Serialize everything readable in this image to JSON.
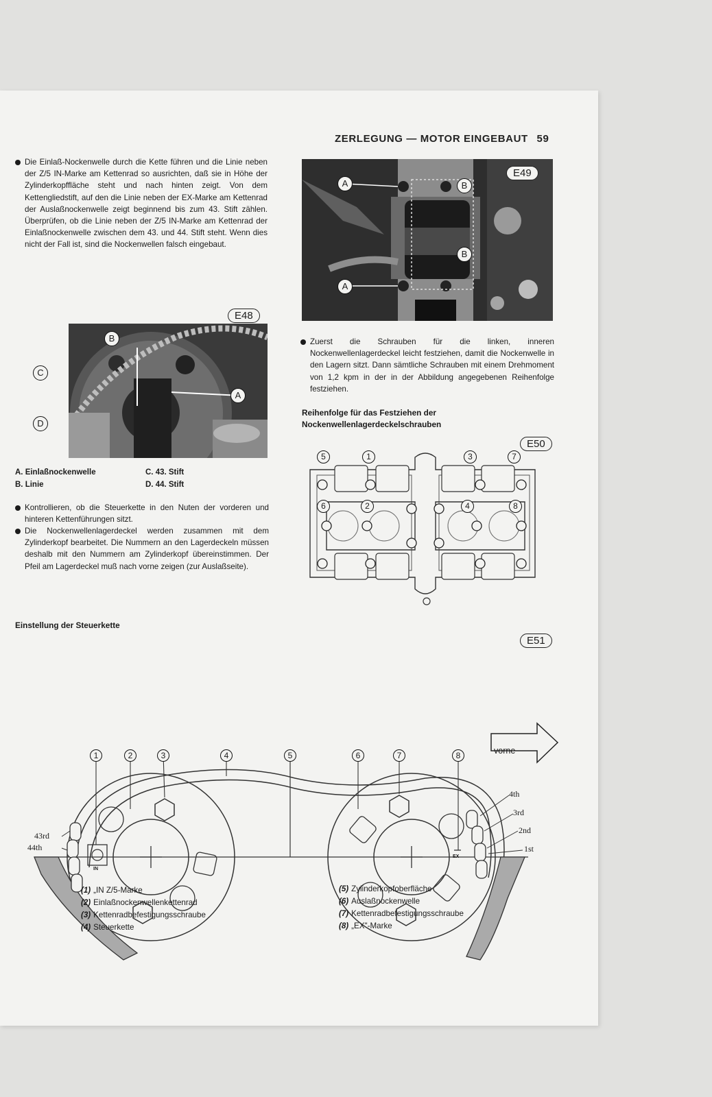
{
  "header": {
    "title": "ZERLEGUNG — MOTOR EINGEBAUT",
    "page_number": "59"
  },
  "left_col": {
    "para1": "Die Einlaß-Nockenwelle durch die Kette führen und die Linie neben der Z/5 IN-Marke am Kettenrad so ausrichten, daß sie in Höhe der Zylinderkopffläche steht und nach hinten zeigt. Von dem Kettengliedstift, auf den die Linie neben der EX-Marke am Kettenrad der Auslaßnockenwelle zeigt beginnend bis zum 43. Stift zählen. Überprüfen, ob die Linie neben der Z/5 IN-Marke am Kettenrad der Einlaßnockenwelle zwischen dem 43. und 44. Stift steht. Wenn dies nicht der Fall ist, sind die Nockenwellen falsch eingebaut.",
    "fig_e48": {
      "tag": "E48",
      "labels": [
        "A",
        "B",
        "C",
        "D"
      ],
      "legend": [
        "A. Einlaßnockenwelle",
        "B. Linie",
        "C. 43. Stift",
        "D. 44. Stift"
      ]
    },
    "bullet1": "Kontrollieren, ob die Steuerkette in den Nuten der vorderen und hinteren Kettenführungen sitzt.",
    "bullet2": "Die Nockenwellenlagerdeckel werden zusammen mit dem Zylinderkopf bearbeitet. Die Nummern an den Lagerdeckeln müssen deshalb mit den Nummern am Zylinderkopf übereinstimmen. Der Pfeil am Lagerdeckel muß nach vorne zeigen (zur Auslaßseite)."
  },
  "right_col": {
    "fig_e49": {
      "tag": "E49",
      "labels": [
        "A",
        "B",
        "B",
        "A"
      ]
    },
    "bullet1": "Zuerst die Schrauben für die linken, inneren Nockenwellenlagerdeckel leicht festziehen, damit die Nockenwelle in den Lagern sitzt. Dann sämtliche Schrauben mit einem Drehmoment von 1,2 kpm in der in der Abbildung angegebenen Reihenfolge festziehen.",
    "section_title": "Reihenfolge für das Festziehen der Nockenwellenlagerdeckelschrauben",
    "fig_e50": {
      "tag": "E50",
      "numbers": [
        "5",
        "1",
        "3",
        "7",
        "6",
        "2",
        "4",
        "8"
      ]
    }
  },
  "bottom": {
    "title": "Einstellung der Steuerkette",
    "fig_e51": {
      "tag": "E51",
      "arrow_label": "vorne",
      "callouts": [
        "1",
        "2",
        "3",
        "4",
        "5",
        "6",
        "7",
        "8"
      ],
      "pin_labels_left": [
        "43rd",
        "44th"
      ],
      "pin_labels_right": [
        "4th",
        "3rd",
        "2nd",
        "1st"
      ],
      "mark_in": "IN",
      "mark_ex": "EX"
    },
    "legend_left": [
      {
        "num": "(1)",
        "text": "„IN Z/5-Marke"
      },
      {
        "num": "(2)",
        "text": "Einlaßnockenwellenkettenrad"
      },
      {
        "num": "(3)",
        "text": "Kettenradbefestigungsschraube"
      },
      {
        "num": "(4)",
        "text": "Steuerkette"
      }
    ],
    "legend_right": [
      {
        "num": "(5)",
        "text": "Zylinderkopfoberfläche"
      },
      {
        "num": "(6)",
        "text": "Auslaßnockenwelle"
      },
      {
        "num": "(7)",
        "text": "Kettenradbefestigungsschraube"
      },
      {
        "num": "(8)",
        "text": "„EX\"-Marke"
      }
    ]
  }
}
